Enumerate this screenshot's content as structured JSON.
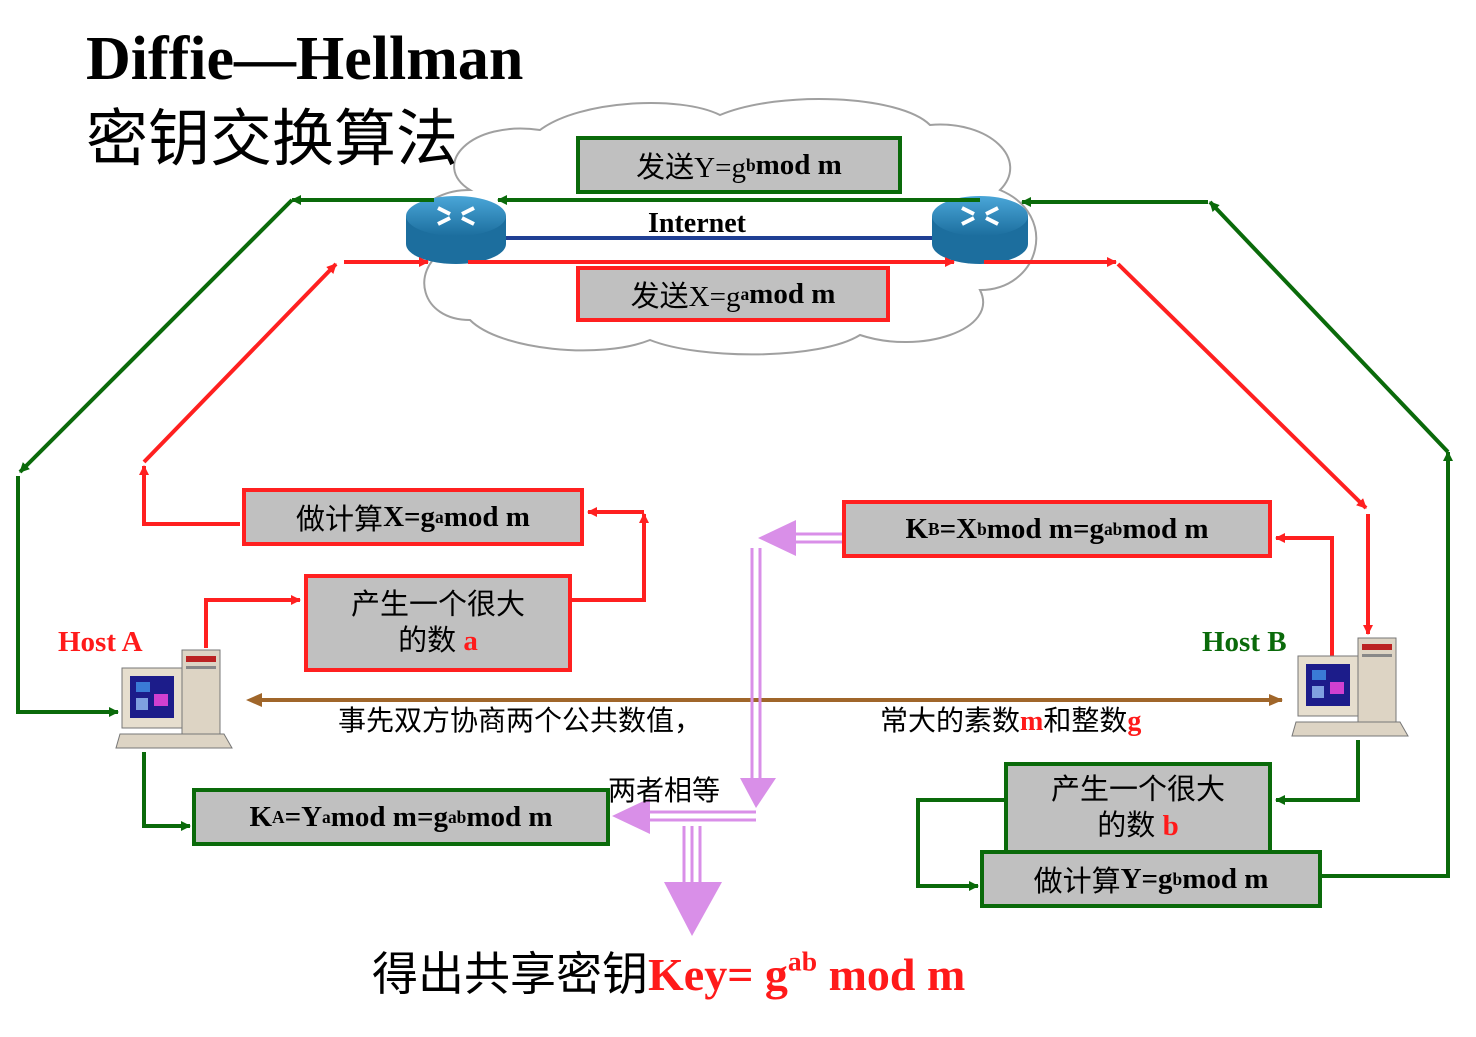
{
  "title": {
    "line1": "Diffie—Hellman",
    "line2": "密钥交换算法"
  },
  "network": {
    "internet_label": "Internet"
  },
  "send_y": {
    "prefix": "发送Y=g",
    "sup": "b",
    "suffix": " mod m"
  },
  "send_x": {
    "prefix": "发送X=g",
    "sup": "a",
    "suffix": " mod m"
  },
  "host_a": {
    "label": "Host A",
    "compute": {
      "prefix": "做计算 ",
      "formula": "X=g",
      "sup": "a",
      "suffix": " mod m"
    },
    "random": {
      "line1": "产生一个很大",
      "line2_prefix": "的数 ",
      "var": "a"
    },
    "key": {
      "k": "K",
      "sub": "A",
      "mid": "=Y",
      "sup1": "a",
      "mid2": " mod m=g",
      "sup2": "ab",
      "suffix": " mod m"
    }
  },
  "host_b": {
    "label": "Host B",
    "compute": {
      "prefix": "做计算 ",
      "formula": "Y=g",
      "sup": "b",
      "suffix": " mod m"
    },
    "random": {
      "line1": "产生一个很大",
      "line2_prefix": "的数 ",
      "var": "b"
    },
    "key": {
      "k": "K",
      "sub": "B",
      "mid": "=X",
      "sup1": "b",
      "mid2": " mod m=g",
      "sup2": "ab",
      "suffix": " mod m"
    }
  },
  "public_values": {
    "part1": "事先双方协商两个公共数值，",
    "part2": "常大的素数",
    "m": "m",
    "and": "和整数",
    "g": "g"
  },
  "equal_label": "两者相等",
  "result": {
    "prefix": "得出共享密钥",
    "key_label": "Key= g",
    "sup": "ab",
    "suffix": " mod m"
  },
  "colors": {
    "red_flow": "#ff2020",
    "green_flow": "#0a6a0a",
    "brown_arrow": "#a0662a",
    "equal_arrow": "#d98fe8",
    "link": "#1f3f94",
    "box_fill": "#c0c0c0",
    "host_a_label": "#ff1a1a",
    "host_b_label": "#0a6a0a"
  },
  "icons": [
    "router-icon",
    "computer-icon",
    "cloud-shape"
  ]
}
